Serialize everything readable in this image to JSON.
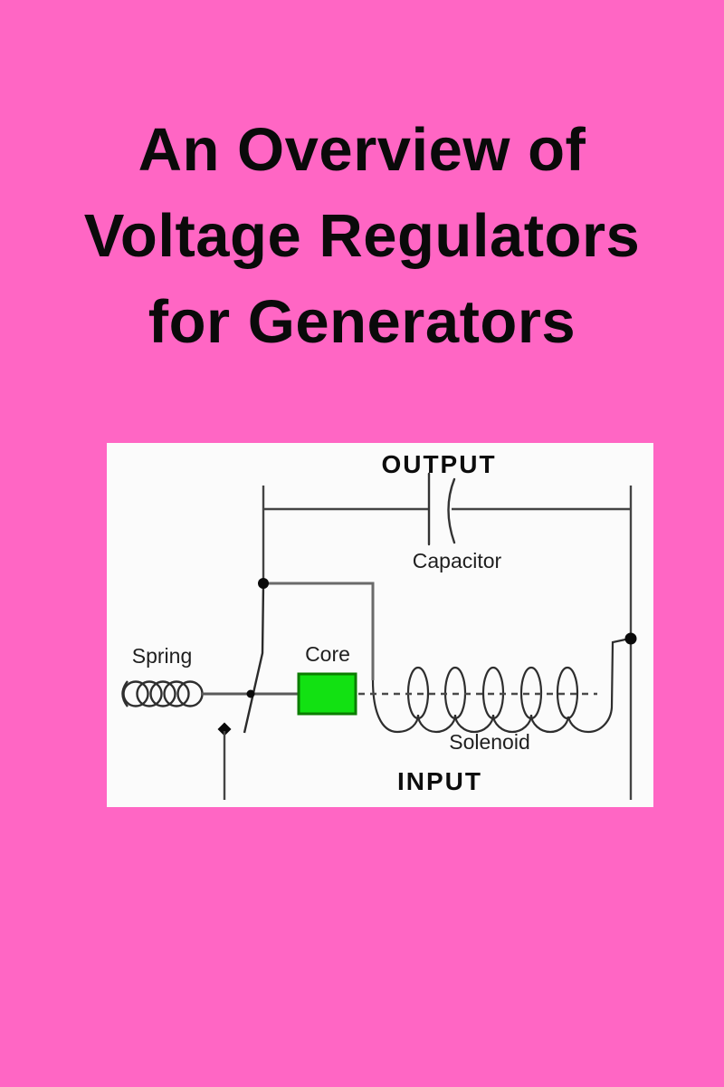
{
  "colors": {
    "background": "#FF66C4",
    "diagram_background": "#FBFBFB",
    "title_text": "#0A0A0A",
    "wire": "#444444",
    "core_fill": "#12E112",
    "core_border": "#0B7D00"
  },
  "title": {
    "lines": [
      "An Overview of",
      "Voltage Regulators",
      "for Generators"
    ]
  },
  "diagram": {
    "labels": {
      "output": "OUTPUT",
      "capacitor": "Capacitor",
      "spring": "Spring",
      "core": "Core",
      "solenoid": "Solenoid",
      "input": "INPUT"
    }
  }
}
